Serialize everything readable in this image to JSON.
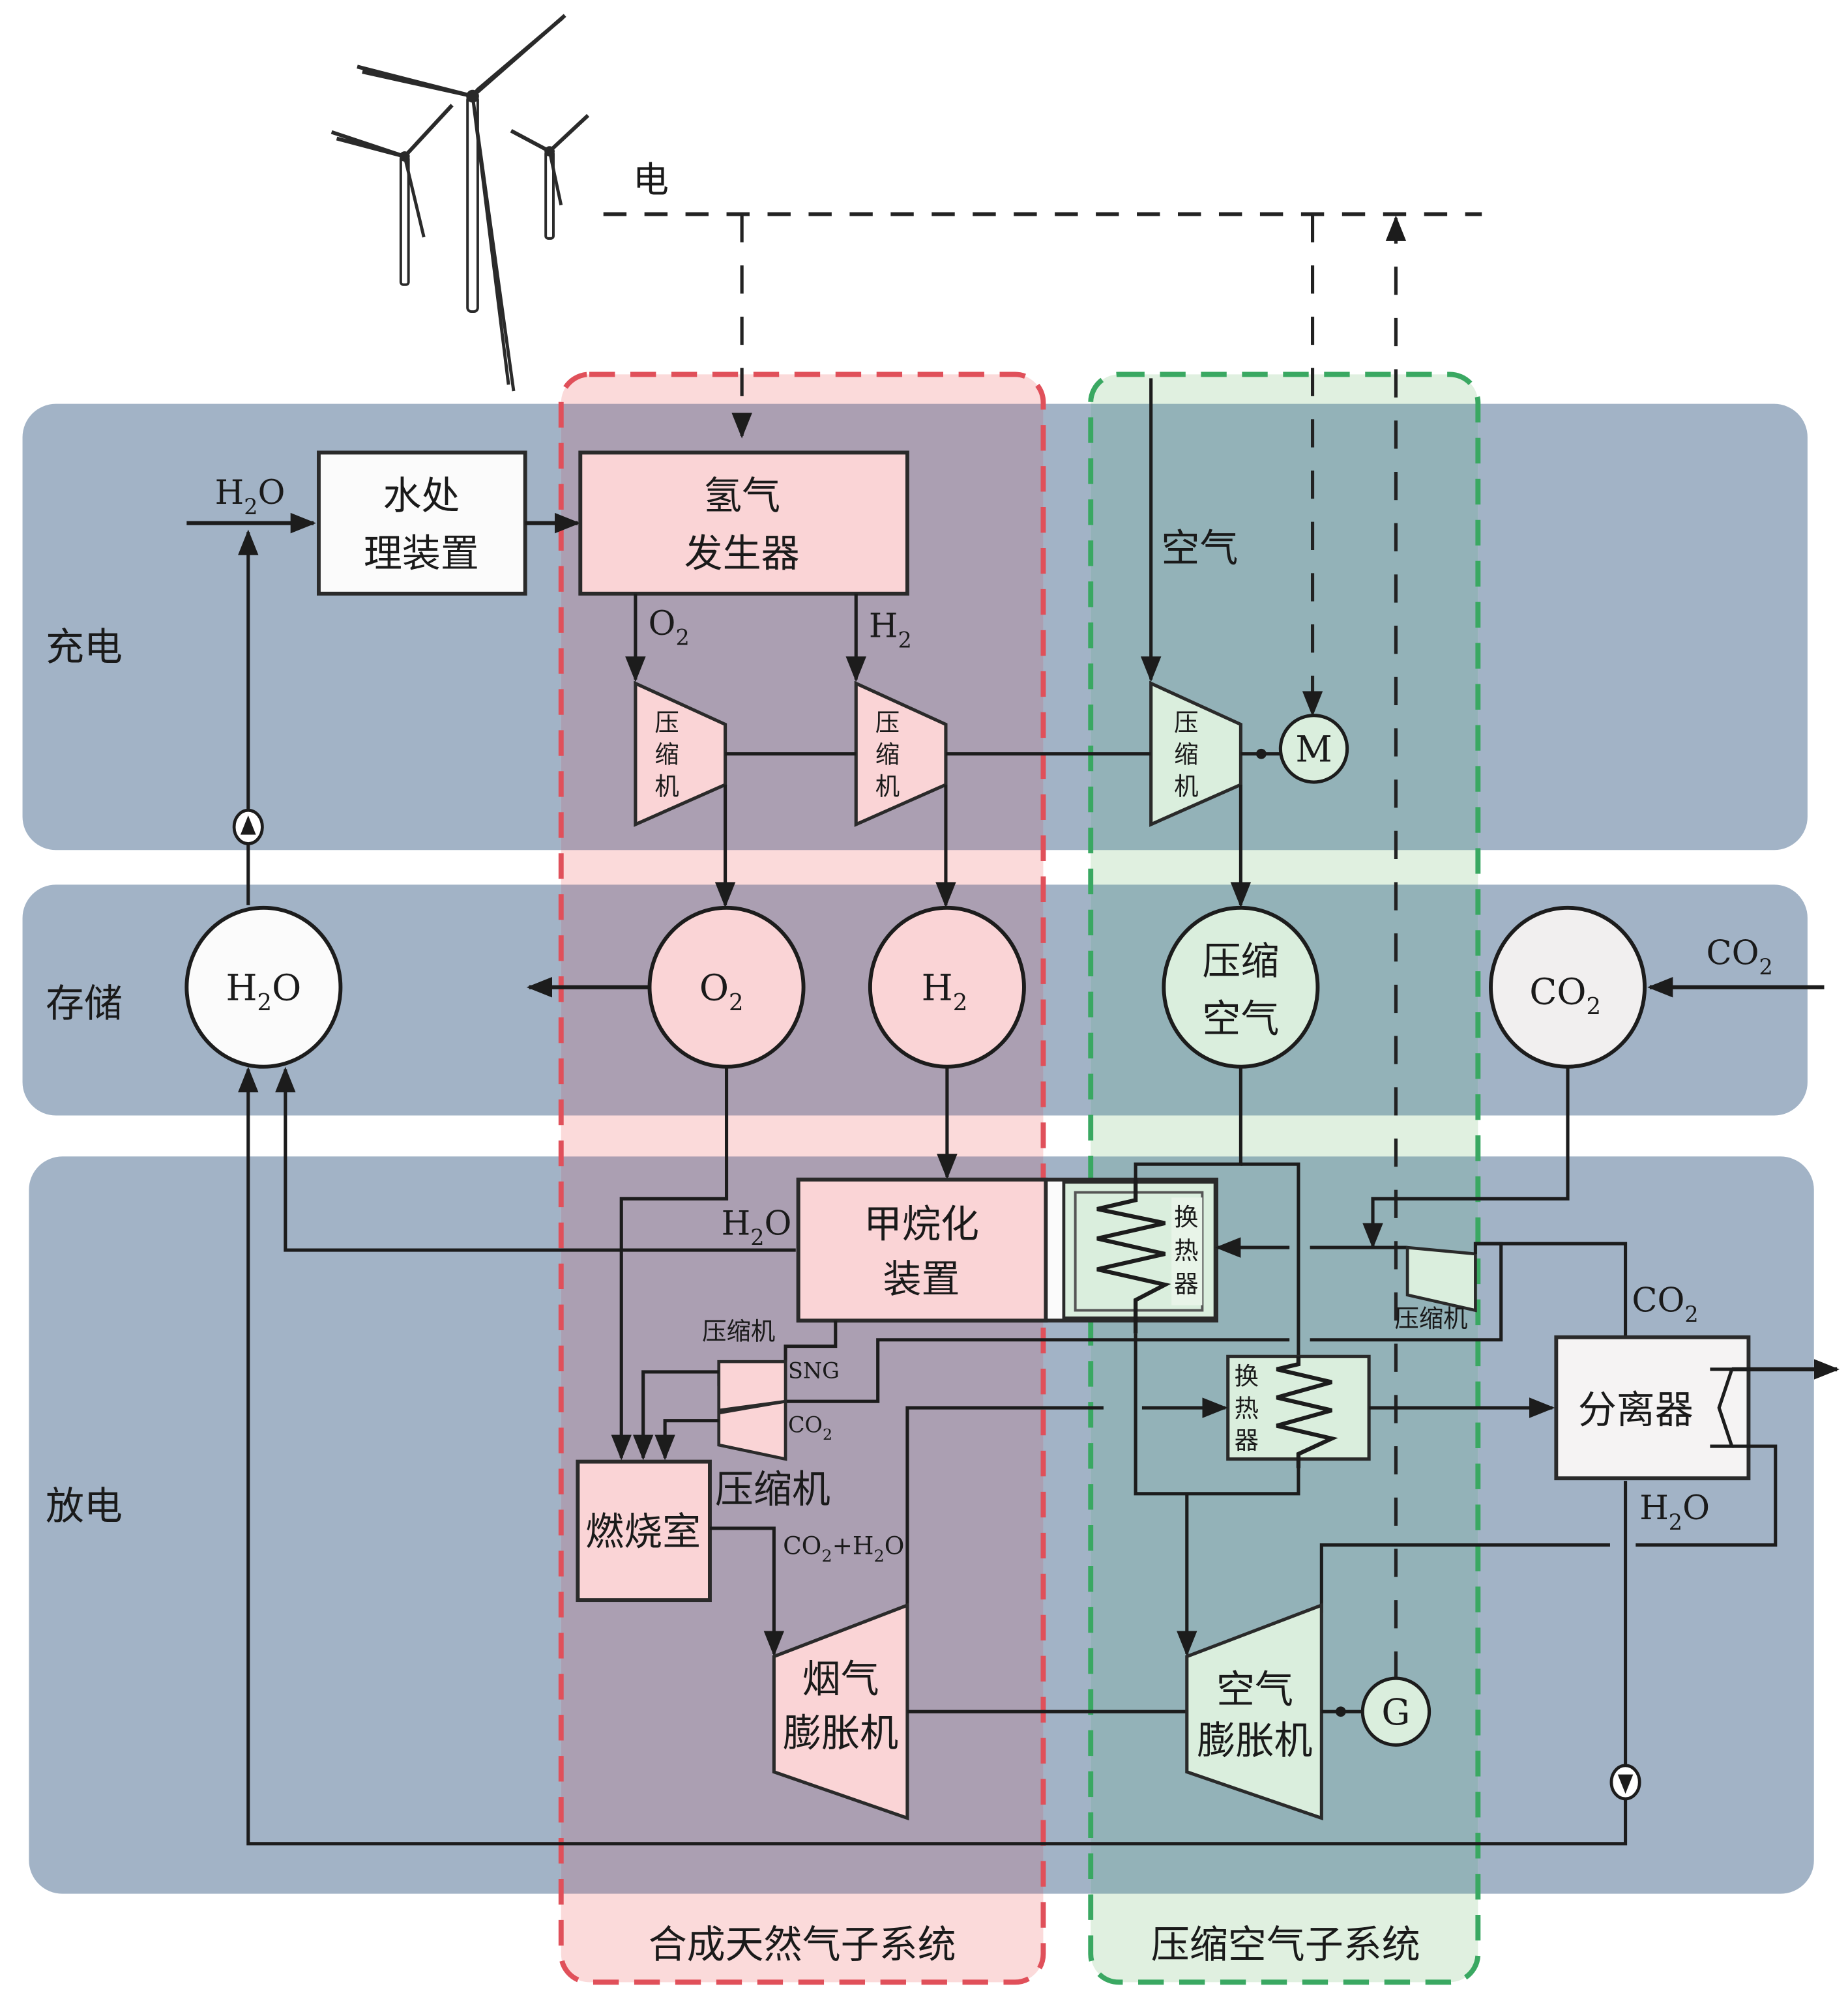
{
  "colors": {
    "band": "#a2b3c6",
    "pink_fill": "#fbdada",
    "pink_overlap": "#ab9fb2",
    "pink_border": "#e0505a",
    "green_fill": "#e0f0e0",
    "green_overlap": "#93b2b8",
    "green_border": "#3aa862",
    "pink_component": "#fad4d6",
    "green_component": "#daeedd",
    "white_component": "#fbfbfb",
    "line": "#1c1c1c"
  },
  "top": {
    "electricity_label": "电"
  },
  "bands": {
    "charge": "充电",
    "storage": "存储",
    "discharge": "放电"
  },
  "subsystems": {
    "sng": "合成天然气子系统",
    "caes": "压缩空气子系统"
  },
  "charge": {
    "water_in_label": {
      "main": "H",
      "sub": "2",
      "tail": "O"
    },
    "water_treatment": [
      "水处",
      "理装置"
    ],
    "hydrogen_generator": [
      "氢气",
      "发生器"
    ],
    "o2_label": {
      "main": "O",
      "sub": "2"
    },
    "h2_label": {
      "main": "H",
      "sub": "2"
    },
    "compressor_o2": [
      "压",
      "缩",
      "机"
    ],
    "compressor_h2": [
      "压",
      "缩",
      "机"
    ],
    "air_label": "空气",
    "compressor_air": [
      "压",
      "缩",
      "机"
    ],
    "motor": "M"
  },
  "storage": {
    "h2o_tank": {
      "main": "H",
      "sub": "2",
      "tail": "O"
    },
    "o2_tank": {
      "main": "O",
      "sub": "2"
    },
    "h2_tank": {
      "main": "H",
      "sub": "2"
    },
    "air_tank": [
      "压缩",
      "空气"
    ],
    "co2_tank": {
      "main": "CO",
      "sub": "2"
    },
    "co2_in_label": {
      "main": "CO",
      "sub": "2"
    }
  },
  "discharge": {
    "h2o_label": {
      "main": "H",
      "sub": "2",
      "tail": "O"
    },
    "methanation": [
      "甲烷化",
      "装置"
    ],
    "heat_exchanger_1": [
      "换",
      "热",
      "器"
    ],
    "heat_exchanger_2": [
      "换",
      "热",
      "器"
    ],
    "compressor_small_label": "压缩机",
    "sng_label": "SNG",
    "co2_label": {
      "main": "CO",
      "sub": "2"
    },
    "combustor": "燃烧室",
    "compressor_label": "压缩机",
    "flue_label": {
      "a": "CO",
      "a_sub": "2",
      "plus": "+H",
      "b_sub": "2",
      "tail": "O"
    },
    "flue_expander": [
      "烟气",
      "膨胀机"
    ],
    "air_expander": [
      "空气",
      "膨胀机"
    ],
    "generator": "G",
    "co2_compressor_label": "压缩机",
    "separator": "分离器",
    "sep_co2_label": {
      "main": "CO",
      "sub": "2"
    },
    "sep_h2o_label": {
      "main": "H",
      "sub": "2",
      "tail": "O"
    }
  }
}
